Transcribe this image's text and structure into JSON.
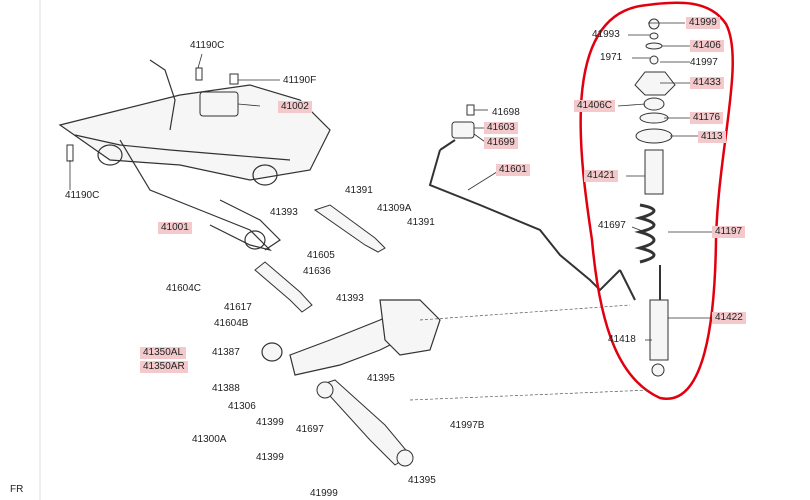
{
  "labels": {
    "l41190c_top": "41190C",
    "l41190f": "41190F",
    "l41002": "41002",
    "l41190c_left": "41190C",
    "l41001": "41001",
    "l41391_a": "41391",
    "l41393_a": "41393",
    "l41309a": "41309A",
    "l41391_b": "41391",
    "l41605": "41605",
    "l41636": "41636",
    "l41604c": "41604C",
    "l41393_b": "41393",
    "l41617": "41617",
    "l41604b": "41604B",
    "l41350al": "41350AL",
    "l41350ar": "41350AR",
    "l41387": "41387",
    "l41388": "41388",
    "l41395_a": "41395",
    "l41306": "41306",
    "l41399_a": "41399",
    "l41697": "41697",
    "l41300a": "41300A",
    "l41997b": "41997B",
    "l41399_b": "41399",
    "l41395_b": "41395",
    "l41999": "41999",
    "l41698": "41698",
    "l41603": "41603",
    "l41699": "41699",
    "l41601": "41601",
    "r41993": "41993",
    "r41999": "41999",
    "r41406": "41406",
    "r1971": "1971",
    "r41997": "41997",
    "r41433": "41433",
    "r41406c": "41406C",
    "r41176": "41176",
    "r41131": "4113",
    "r41421": "41421",
    "r41697": "41697",
    "r41197": "41197",
    "r41422": "41422",
    "r41418": "41418",
    "fr": "FR"
  },
  "colors": {
    "highlight": "#f3c9cc",
    "circle": "#e2000f",
    "line": "#333333"
  }
}
